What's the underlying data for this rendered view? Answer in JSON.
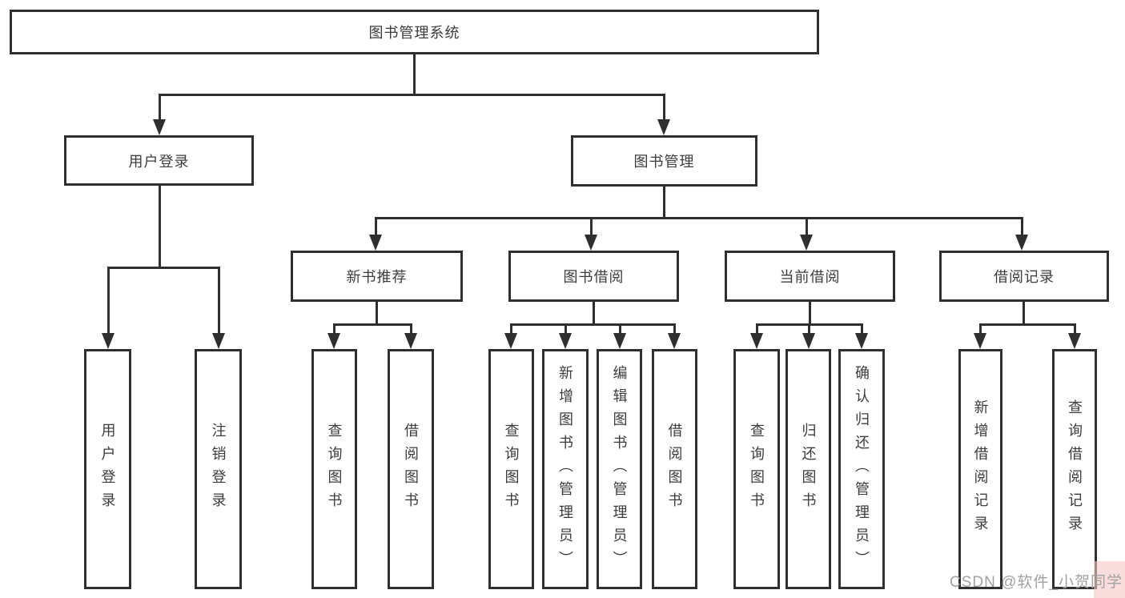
{
  "diagram": {
    "root": "图书管理系统",
    "level2": [
      "用户登录",
      "图书管理"
    ],
    "level3": [
      "新书推荐",
      "图书借阅",
      "当前借阅",
      "借阅记录"
    ],
    "leaves": {
      "user_login": [
        "用户登录",
        "注销登录"
      ],
      "new_book": [
        "查询图书",
        "借阅图书"
      ],
      "borrow": [
        "查询图书",
        "新增图书（管理员）",
        "编辑图书（管理员）",
        "借阅图书"
      ],
      "current": [
        "查询图书",
        "归还图书",
        "确认归还（管理员）"
      ],
      "records": [
        "新增借阅记录",
        "查询借阅记录"
      ]
    }
  },
  "watermark": {
    "text": "CSDN @软件_小贺同学"
  },
  "colors": {
    "line": "#2f2f2f",
    "text": "#3c3c3c",
    "watermark": "#a2a2a2",
    "watermark_accent": "#f6c6c6"
  }
}
